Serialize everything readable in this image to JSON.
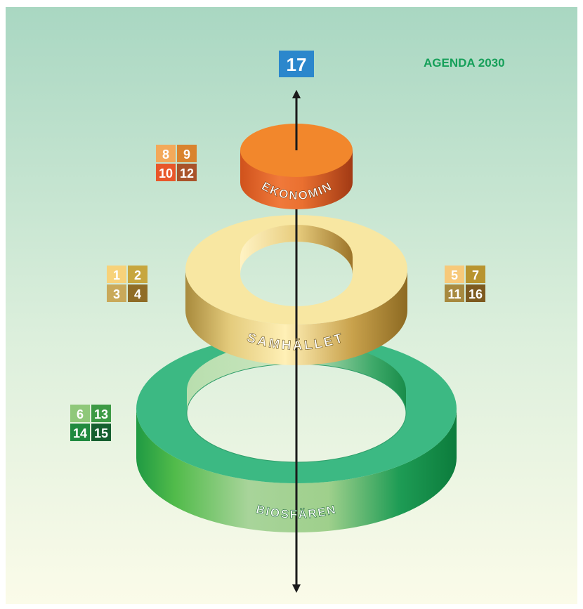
{
  "header": {
    "agenda": "AGENDA 2030"
  },
  "goal_top": "17",
  "layers": {
    "economy": "EKONOMIN",
    "society": "SAMHÄLLET",
    "biosphere": "BIOSFÄREN"
  },
  "goal_groups": {
    "economy": [
      "8",
      "9",
      "10",
      "12"
    ],
    "society_left": [
      "1",
      "2",
      "3",
      "4"
    ],
    "society_right": [
      "5",
      "7",
      "11",
      "16"
    ],
    "biosphere": [
      "6",
      "13",
      "14",
      "15"
    ]
  },
  "colors": {
    "background_top": "#a9d7c2",
    "background_bottom": "#fbfbe9",
    "agenda_text": "#16a05a",
    "goal17_box": "#2b87cc",
    "economy": "#f2872c",
    "society": "#f8e7a2",
    "biosphere": "#3cb983"
  }
}
